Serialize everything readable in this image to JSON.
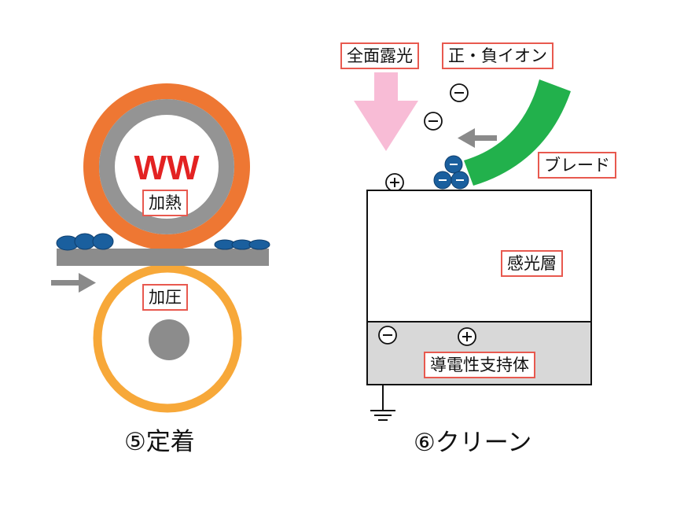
{
  "fixing": {
    "heater_symbol": "WW",
    "heat_label": "加熱",
    "pressure_label": "加圧",
    "caption": "⑤定着"
  },
  "cleaning": {
    "exposure_label": "全面露光",
    "ion_label": "正・負イオン",
    "blade_label": "ブレード",
    "photo_layer_label": "感光層",
    "substrate_label": "導電性支持体",
    "minus_sign": "−",
    "plus_sign": "+",
    "caption": "⑥クリーン"
  },
  "colors": {
    "heat_roller_outer": "#ee7733",
    "heat_roller_inner": "#949494",
    "pressure_roller": "#f7a839",
    "heater": "#e32222",
    "toner": "#1a5f9e",
    "paper": "#8c8c8c",
    "arrow_gray": "#8a8a8a",
    "exposure_arrow": "#f8bcd6",
    "blade": "#22b14c",
    "substrate": "#d8d8d8",
    "label_border": "#e8594f"
  }
}
